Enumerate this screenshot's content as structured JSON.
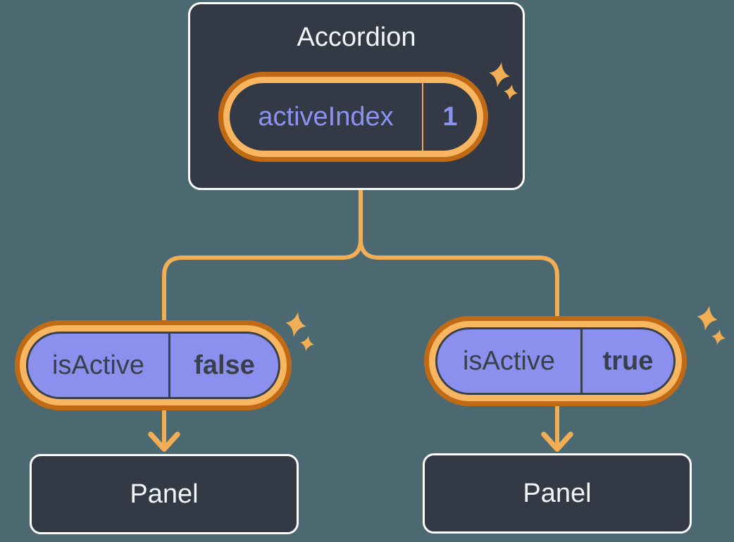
{
  "diagram": {
    "accordion": {
      "title": "Accordion",
      "state": {
        "key": "activeIndex",
        "value": "1"
      }
    },
    "branches": [
      {
        "prop": {
          "key": "isActive",
          "value": "false"
        },
        "panel": {
          "label": "Panel"
        }
      },
      {
        "prop": {
          "key": "isActive",
          "value": "true"
        },
        "panel": {
          "label": "Panel"
        }
      }
    ]
  },
  "icons": {
    "sparkle": "sparkle-icon",
    "arrow": "arrow-down-icon"
  },
  "colors": {
    "bg": "#4C6870",
    "node-bg": "#333A45",
    "node-border": "#FFFFFF",
    "text-light": "#F2F4F7",
    "accent-purple": "#8B90EE",
    "purple-text": "#8C92F2",
    "ink": "#3A4049",
    "ring-dark": "#C16A15",
    "ring-light": "#F8B660",
    "line": "#F2AE55",
    "divider": "#F0AC55"
  }
}
